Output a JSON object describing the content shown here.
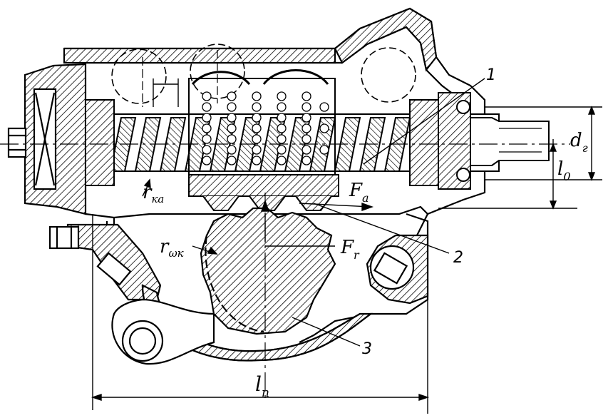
{
  "labels": {
    "part_1": "1",
    "part_2": "2",
    "part_3": "3",
    "d_main": "d",
    "d_sub": "г",
    "l0_main": "l",
    "l0_sub": "0",
    "ln_main": "l",
    "ln_sub": "п",
    "rka_main": "r",
    "rka_sub": "ка",
    "rwk_main": "r",
    "rwk_sub": "ωк",
    "fa_main": "F",
    "fa_sub": "a",
    "fr_main": "F",
    "fr_sub": "r"
  },
  "colors": {
    "ink": "#000000",
    "paper": "#ffffff"
  }
}
